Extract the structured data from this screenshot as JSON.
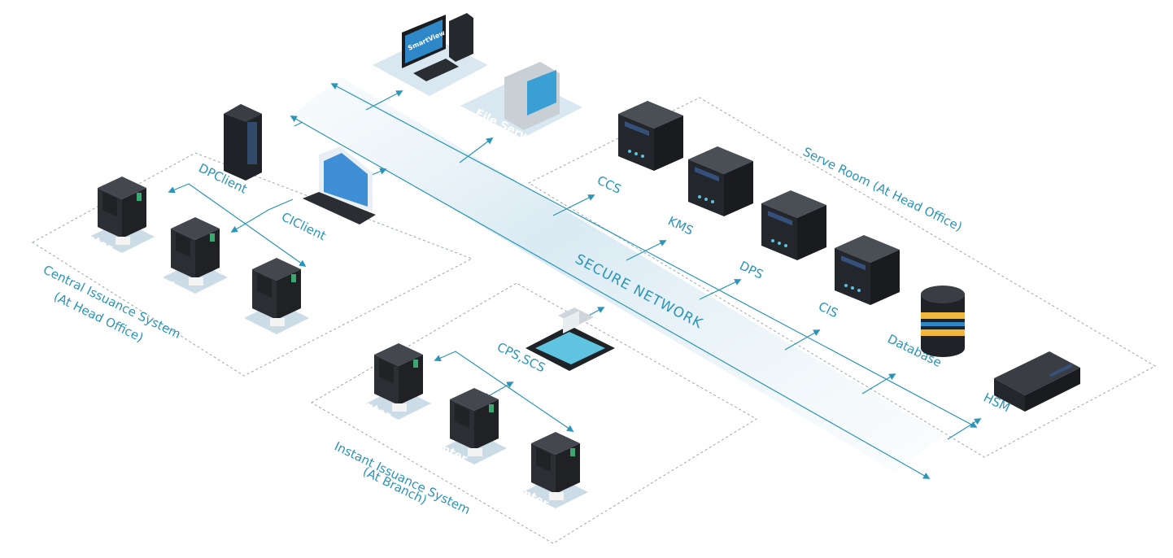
{
  "network": {
    "label": "SECURE NETWORK"
  },
  "zones": {
    "server_room": "Serve Room (At Head Office)",
    "central_line1": "Central Issuance System",
    "central_line2": "(At Head Office)",
    "instant_line1": "Instant Issuance System",
    "instant_line2": "(At Branch)"
  },
  "nodes": {
    "workstation_screen": "SmartView",
    "file_server": "File Server",
    "dpclient": "DPClient",
    "ciclient": "CIClient",
    "ccs": "CCS",
    "kms": "KMS",
    "dps": "DPS",
    "cis": "CIS",
    "database": "Database",
    "hsm": "HSM",
    "cps_scs": "CPS,SCS",
    "printer": "Printer"
  },
  "colors": {
    "accent": "#2a94b9",
    "plate": "#dbe9f1",
    "plate_dark": "#b8d5e4",
    "device": "#2e3136"
  }
}
